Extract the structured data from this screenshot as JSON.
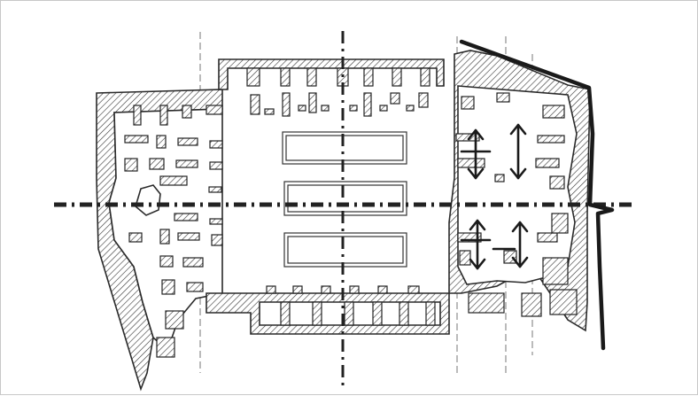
{
  "figure": {
    "kind": "architectural-plan-sketch",
    "has_text": false,
    "ink_color": "#222222",
    "background_color": "#ffffff",
    "elements": [
      "main-axis-horizontal",
      "main-axis-vertical",
      "pools",
      "boundary-line",
      "circulation-arrows"
    ],
    "pool_count": 3,
    "arrow_count": 8
  }
}
